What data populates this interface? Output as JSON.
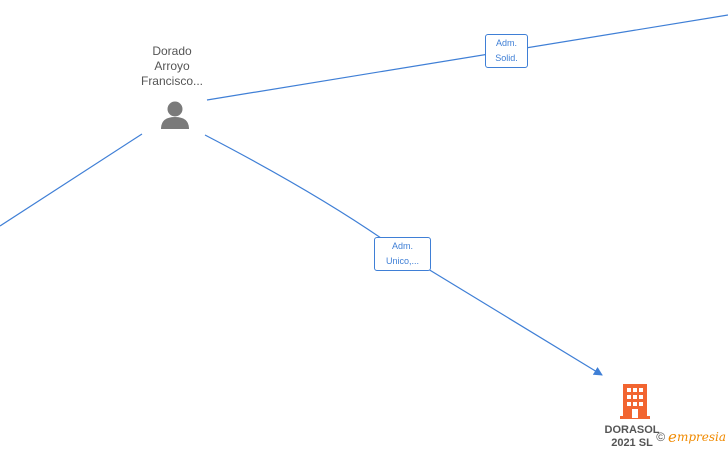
{
  "person": {
    "name_lines": [
      "Dorado",
      "Arroyo",
      "Francisco..."
    ],
    "icon": "person-icon"
  },
  "company": {
    "name_lines": [
      "DORASOL",
      "2021  SL"
    ],
    "icon": "building-icon",
    "color": "#f26531"
  },
  "relations": [
    {
      "id": "adm-solid",
      "lines": [
        "Adm.",
        "Solid."
      ]
    },
    {
      "id": "adm-unico",
      "lines": [
        "Adm.",
        "Unico,..."
      ]
    }
  ],
  "colors": {
    "edge": "#3f7fd6",
    "label": "#555555"
  },
  "watermark": {
    "copyright": "©",
    "brand_first": "e",
    "brand_rest": "mpresia"
  }
}
